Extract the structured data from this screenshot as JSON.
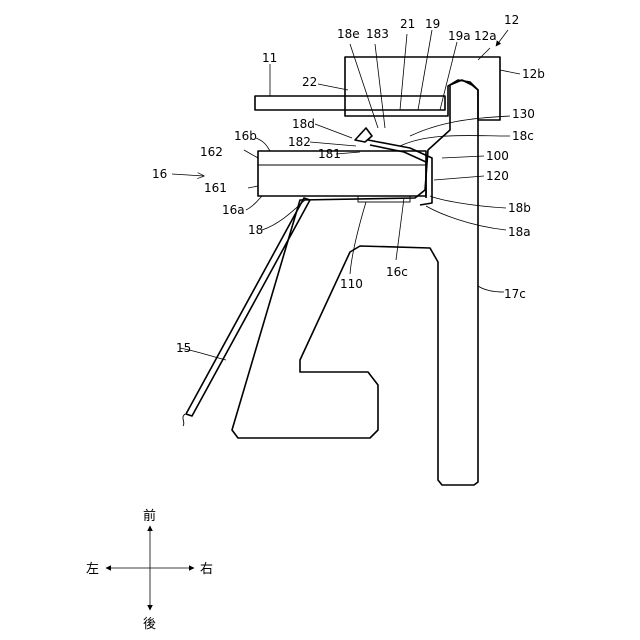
{
  "labels": {
    "l12": "12",
    "l12a": "12a",
    "l12b": "12b",
    "l11": "11",
    "l22": "22",
    "l18e": "18e",
    "l183": "183",
    "l21": "21",
    "l19": "19",
    "l19a": "19a",
    "l130": "130",
    "l18c": "18c",
    "l100": "100",
    "l120": "120",
    "l18b": "18b",
    "l18a": "18a",
    "l18d": "18d",
    "l182": "182",
    "l181": "181",
    "l16b": "16b",
    "l162": "162",
    "l16": "16",
    "l161": "161",
    "l16a": "16a",
    "l18": "18",
    "l110": "110",
    "l16c": "16c",
    "l17c": "17c",
    "l15": "15"
  },
  "directions": {
    "front": "前",
    "back": "後",
    "left": "左",
    "right": "右"
  }
}
